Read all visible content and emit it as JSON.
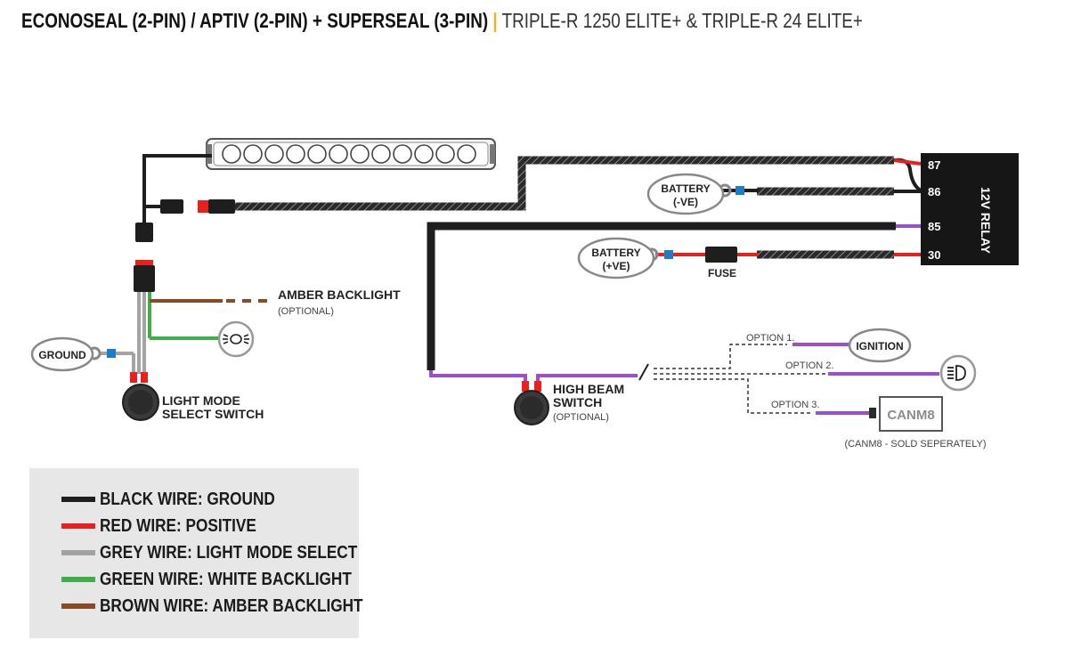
{
  "title": {
    "part1": "ECONOSEAL (2-PIN) / APTIV (2-PIN) + SUPERSEAL (3-PIN)",
    "separator": "|",
    "part2": "TRIPLE-R 1250 ELITE+ & TRIPLE-R 24 ELITE+"
  },
  "relay": {
    "label": "12V RELAY",
    "pins": [
      "87",
      "86",
      "85",
      "30"
    ]
  },
  "labels": {
    "battery_neg_1": "BATTERY",
    "battery_neg_2": "(-VE)",
    "battery_pos_1": "BATTERY",
    "battery_pos_2": "(+VE)",
    "fuse": "FUSE",
    "amber_backlight": "AMBER BACKLIGHT",
    "amber_optional": "(OPTIONAL)",
    "ground": "GROUND",
    "light_mode_1": "LIGHT MODE",
    "light_mode_2": "SELECT SWITCH",
    "high_beam_1": "HIGH BEAM",
    "high_beam_2": "SWITCH",
    "high_beam_optional": "(OPTIONAL)",
    "option1": "OPTION 1.",
    "option2": "OPTION 2.",
    "option3": "OPTION 3.",
    "ignition": "IGNITION",
    "canm8": "CANM8",
    "canm8_note": "(CANM8 - SOLD SEPERATELY)"
  },
  "legend": [
    {
      "color": "#1e1e1e",
      "text": "BLACK WIRE: GROUND"
    },
    {
      "color": "#e8201e",
      "text": "RED WIRE: POSITIVE"
    },
    {
      "color": "#a3a3a3",
      "text": "GREY WIRE: LIGHT MODE SELECT"
    },
    {
      "color": "#3fae49",
      "text": "GREEN WIRE: WHITE BACKLIGHT"
    },
    {
      "color": "#8b4a20",
      "text": "BROWN WIRE: AMBER BACKLIGHT"
    }
  ],
  "colors": {
    "black": "#1e1e1e",
    "red": "#e8201e",
    "grey": "#a3a3a3",
    "green": "#3fae49",
    "brown": "#8b4a20",
    "purple": "#9b4fc9",
    "blue": "#1f7cc8",
    "accent": "#f2b21a"
  }
}
